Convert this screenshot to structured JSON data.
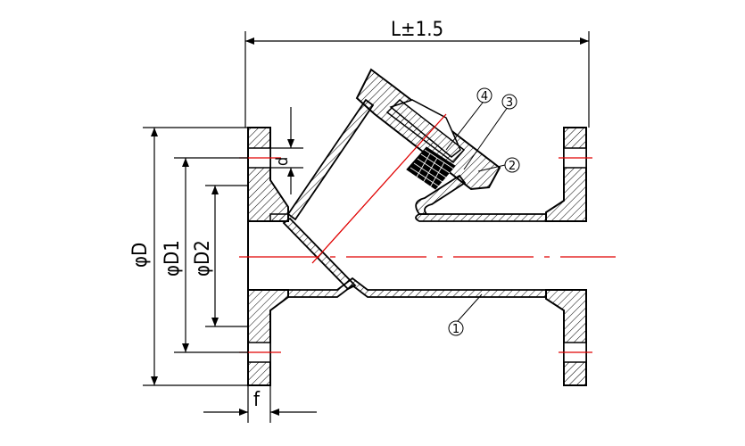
{
  "drawing": {
    "length_dim": "L±1.5",
    "diameter_outer": "φD",
    "diameter_bolt_circle": "φD1",
    "diameter_raised_face": "φD2",
    "flange_thickness": "f",
    "bolt_hole": "d"
  },
  "balloons": [
    {
      "id": "1",
      "text": "1"
    },
    {
      "id": "2",
      "text": "2"
    },
    {
      "id": "3",
      "text": "3"
    },
    {
      "id": "4",
      "text": "4"
    }
  ],
  "colors": {
    "outline": "#000000",
    "centerline": "#e00000",
    "background": "#ffffff"
  }
}
